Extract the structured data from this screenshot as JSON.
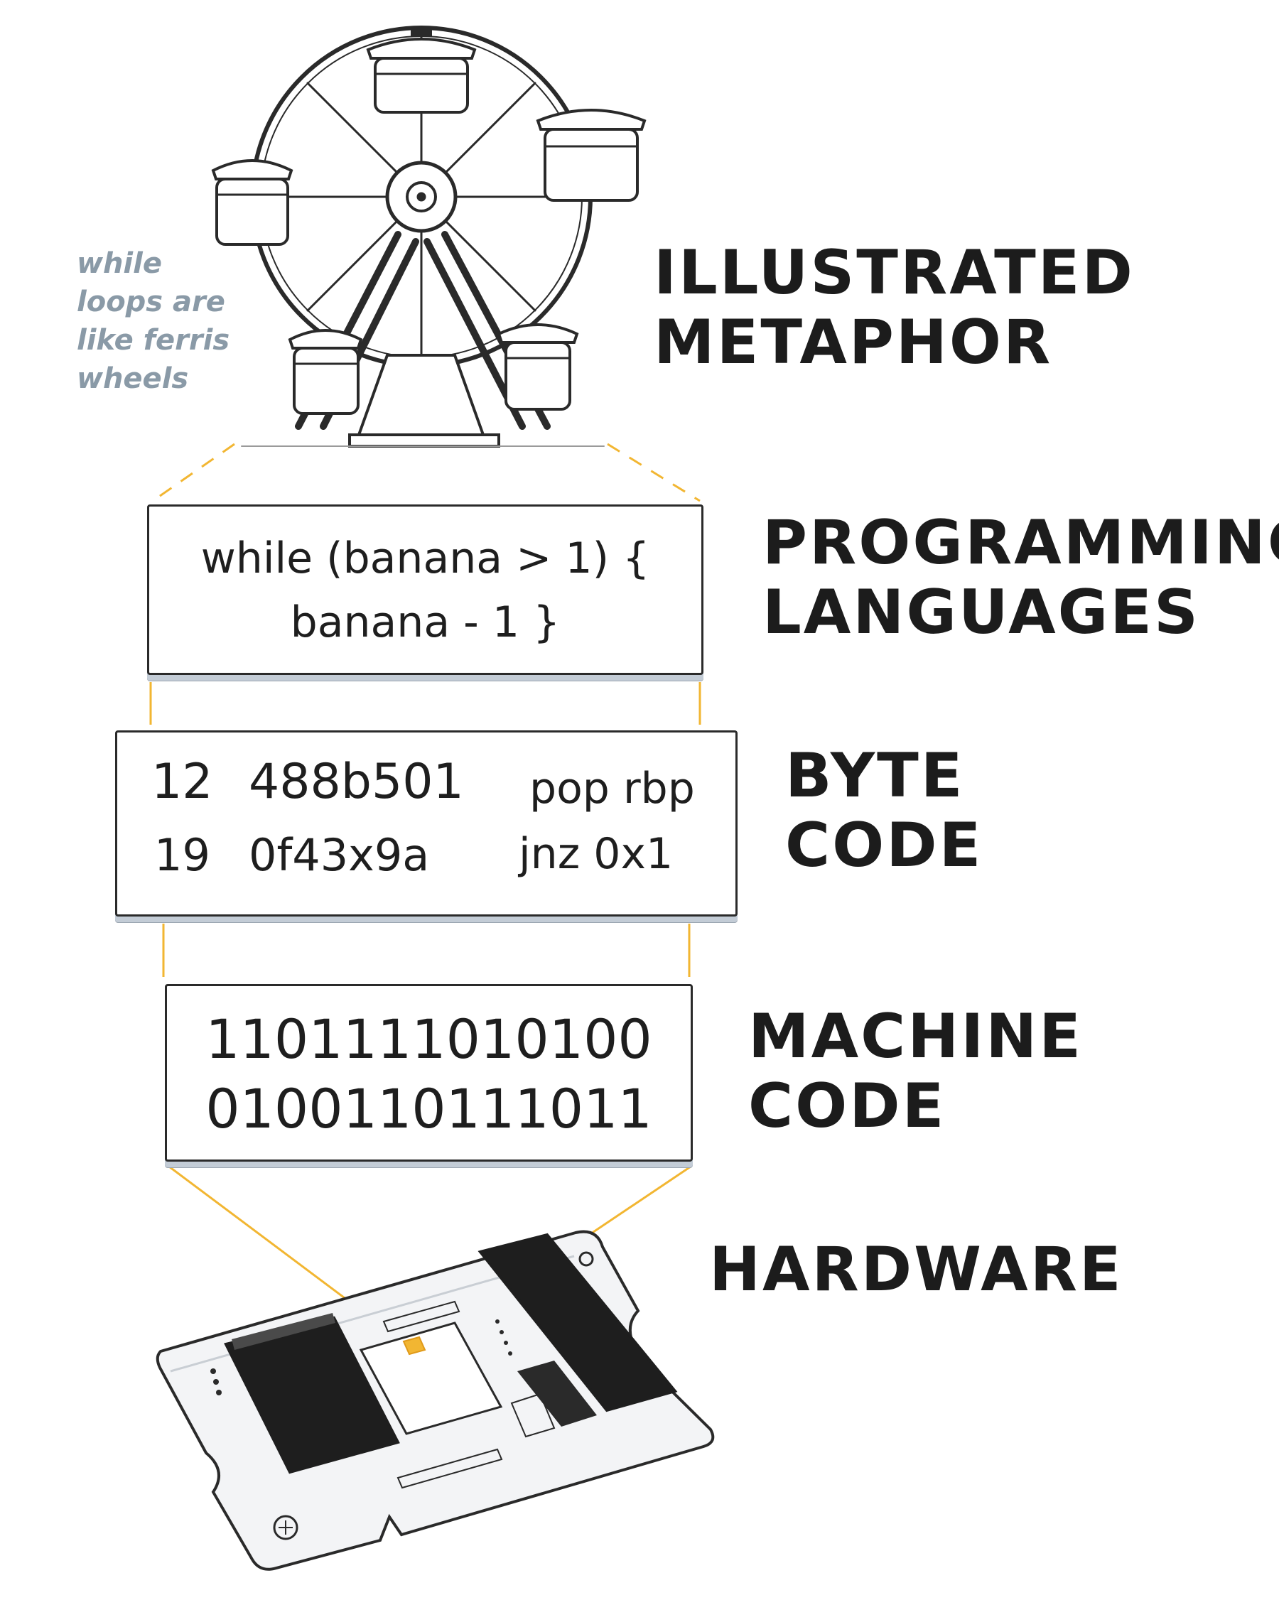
{
  "note": {
    "lines": [
      "while",
      "loops are",
      "like ferris",
      "wheels"
    ]
  },
  "layers": {
    "metaphor": {
      "line1": "ILLUSTRATED",
      "line2": "METAPHOR"
    },
    "languages": {
      "line1": "PROGRAMMING",
      "line2": "LANGUAGES",
      "code": [
        "while (banana > 1) {",
        "banana - 1 }"
      ]
    },
    "bytecode": {
      "line1": "BYTE",
      "line2": "CODE",
      "rows": [
        {
          "num": "12",
          "hex": "488b501",
          "asm": "pop rbp"
        },
        {
          "num": "19",
          "hex": "0f43x9a",
          "asm": "jnz 0x1"
        }
      ]
    },
    "machine": {
      "line1": "MACHINE",
      "line2": "CODE",
      "bits": [
        "110111101010​0",
        "0100110111011"
      ]
    },
    "hardware": {
      "line1": "HARDWARE"
    }
  },
  "colors": {
    "ink": "#1c1c1c",
    "connector": "#f2b632",
    "note": "#8a9aa7",
    "shadow": "#c3ccd6"
  }
}
